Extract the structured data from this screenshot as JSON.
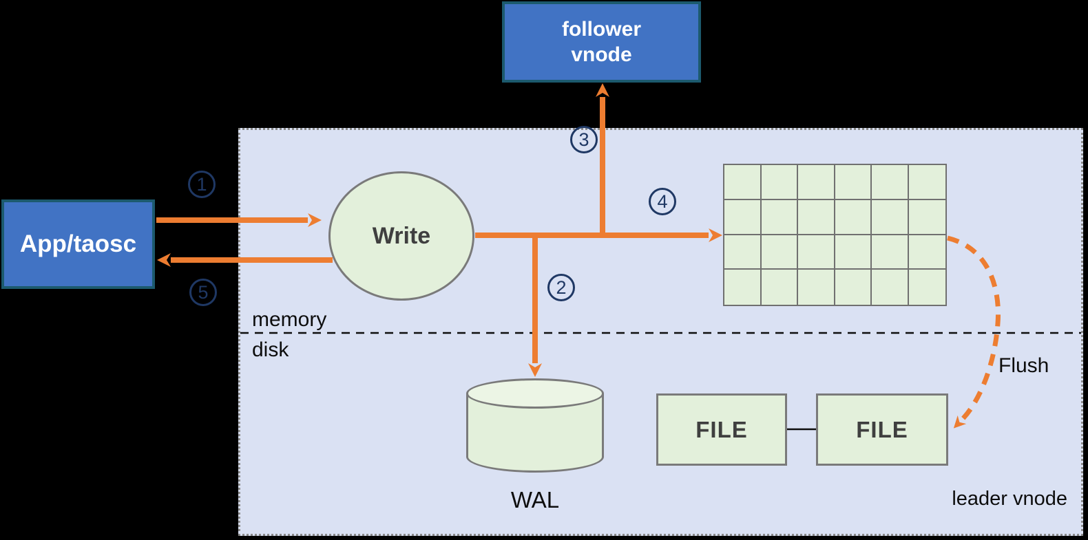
{
  "nodes": {
    "follower_vnode": {
      "line1": "follower",
      "line2": "vnode"
    },
    "app": {
      "label": "App/taosc"
    },
    "write": {
      "label": "Write"
    },
    "wal": {
      "label": "WAL"
    },
    "file_left": {
      "label": "FILE"
    },
    "file_right": {
      "label": "FILE"
    }
  },
  "labels": {
    "memory": "memory",
    "disk": "disk",
    "flush": "Flush",
    "leader_vnode": "leader vnode"
  },
  "steps": [
    "1",
    "2",
    "3",
    "4",
    "5"
  ],
  "memtable_grid": {
    "rows": 4,
    "cols": 6
  },
  "colors": {
    "background": "#000000",
    "container_fill": "#dae1f3",
    "container_border": "#8a8a8a",
    "node_blue_fill": "#4173c4",
    "node_blue_border": "#1c5a6e",
    "shape_green_fill": "#e3f0db",
    "shape_border_gray": "#7a7a7a",
    "arrow_orange": "#ed7d31",
    "step_number_navy": "#1f3864",
    "shape_text_dark": "#3f3f3f",
    "label_text_black": "#0d0d0d"
  }
}
